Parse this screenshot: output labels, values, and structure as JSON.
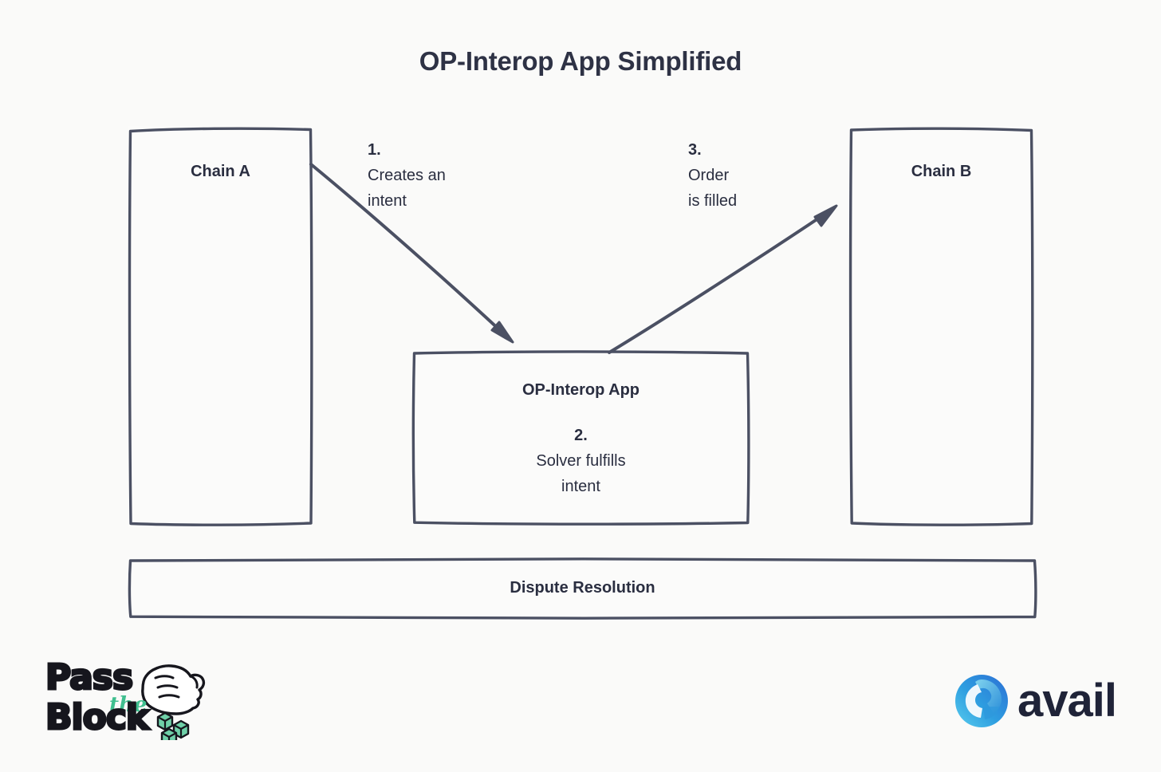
{
  "diagram": {
    "title": "OP-Interop App Simplified",
    "background_color": "#fafaf9",
    "stroke_color": "#4b5063",
    "text_color": "#2a2e40",
    "nodes": [
      {
        "id": "chain-a",
        "label": "Chain A"
      },
      {
        "id": "chain-b",
        "label": "Chain B"
      },
      {
        "id": "interop-app",
        "label": "OP-Interop App"
      },
      {
        "id": "dispute-resolution",
        "label": "Dispute Resolution"
      }
    ],
    "steps": [
      {
        "id": "step-1",
        "number": "1.",
        "text": "Creates an\nintent",
        "text_line1": "Creates an",
        "text_line2": "intent",
        "from": "chain-a",
        "to": "interop-app"
      },
      {
        "id": "step-2",
        "number": "2.",
        "text": "Solver fulfills\nintent",
        "text_line1": "Solver fulfills",
        "text_line2": "intent",
        "inside": "interop-app"
      },
      {
        "id": "step-3",
        "number": "3.",
        "text": "Order\nis filled",
        "text_line1": "Order",
        "text_line2": "is filled",
        "from": "interop-app",
        "to": "chain-b"
      }
    ]
  },
  "logos": {
    "pass_the_block": {
      "line1": "Pass",
      "script": "the",
      "line2": "Block",
      "accent_color": "#3fbf8f",
      "text_color": "#16161d"
    },
    "avail": {
      "wordmark": "avail",
      "mark_colors": [
        "#5ac8f5",
        "#2e9ee0",
        "#1f6fd0",
        "#6fd4ea"
      ],
      "text_color": "#1f2338"
    }
  }
}
